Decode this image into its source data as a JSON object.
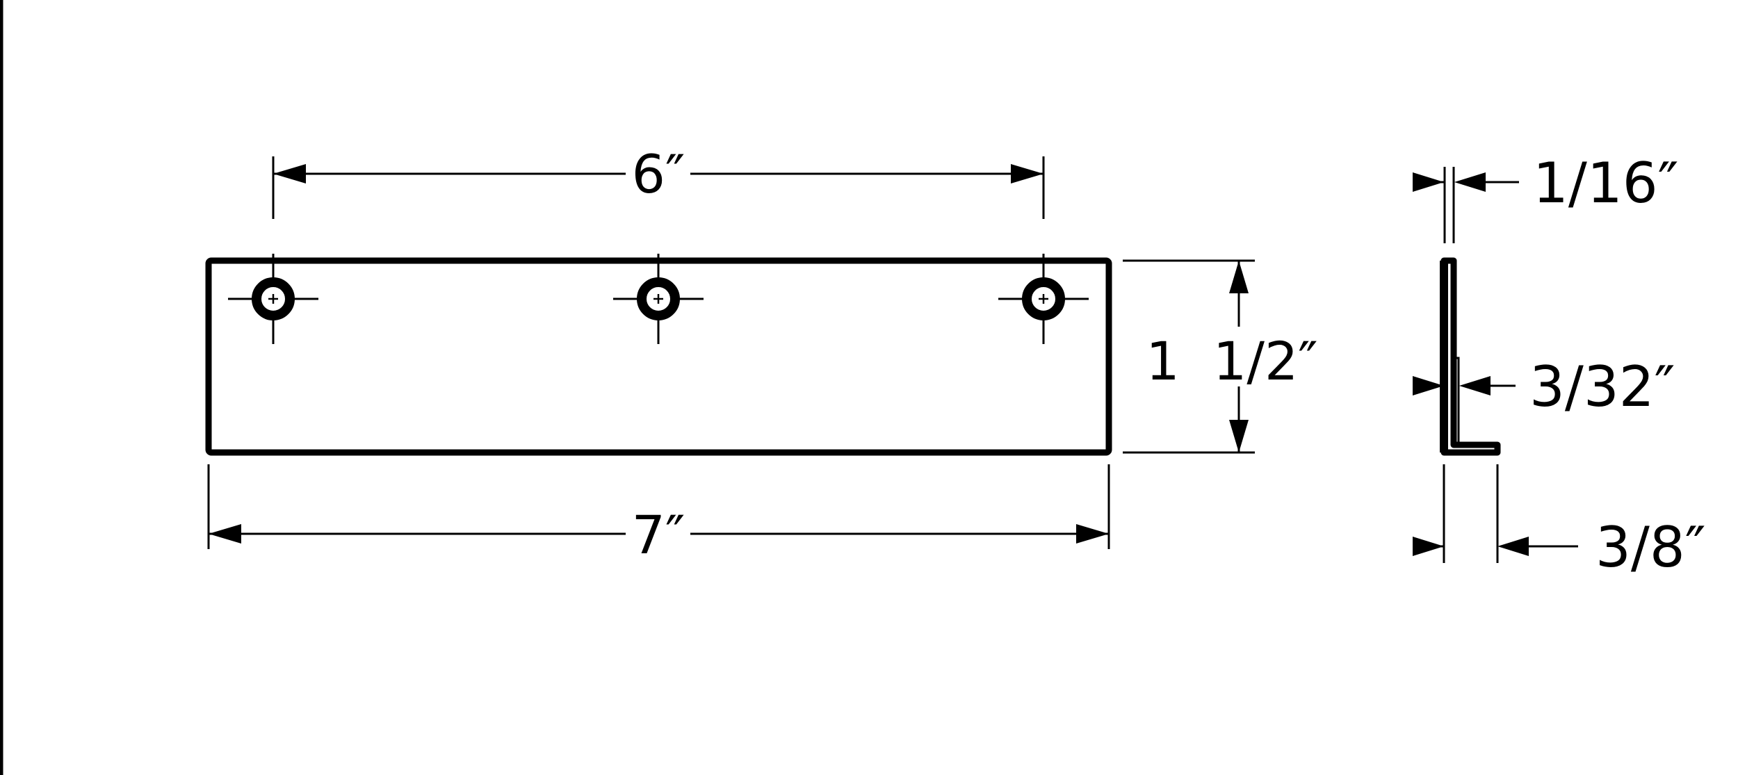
{
  "dimensions": {
    "hole_spacing": "6″",
    "overall_length": "7″",
    "height": "1  1/2″",
    "thickness": "1/16″",
    "lip_thickness": "3/32″",
    "depth": "3/8″"
  },
  "holes": [
    {
      "name": "left"
    },
    {
      "name": "center"
    },
    {
      "name": "right"
    }
  ]
}
